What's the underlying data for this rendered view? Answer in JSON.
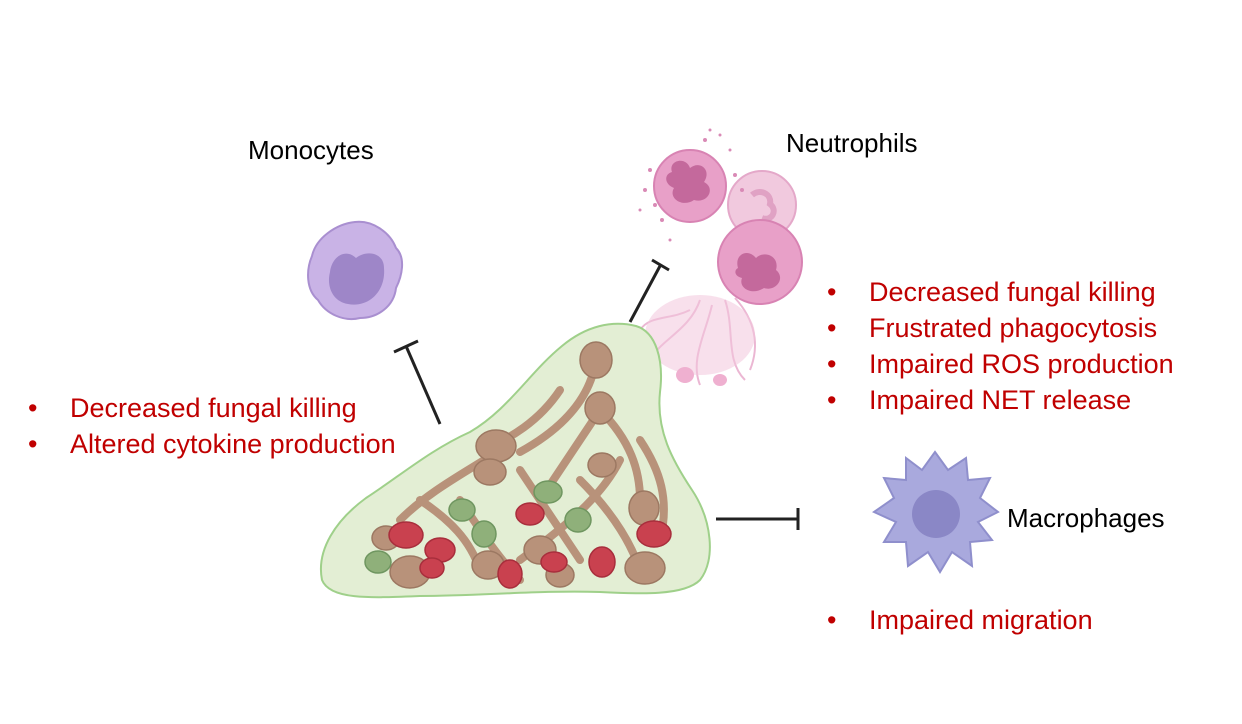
{
  "cells": {
    "monocytes": "Monocytes",
    "neutrophils": "Neutrophils",
    "macrophages": "Macrophages"
  },
  "monocyte_effects": [
    "Decreased fungal killing",
    "Altered cytokine production"
  ],
  "neutrophil_effects": [
    "Decreased fungal killing",
    "Frustrated phagocytosis",
    "Impaired ROS production",
    "Impaired NET release"
  ],
  "macrophage_effects": [
    "Impaired migration"
  ],
  "colors": {
    "effect_text": "#c00000",
    "biofilm_fill": "#e3eed4",
    "biofilm_outline": "#9fd08a",
    "monocyte": "#c9b3e6",
    "neutrophil": "#e8a0c8",
    "macrophage": "#a9a9dd",
    "hyphae": "#b8927a",
    "red_cell": "#c9414f",
    "green_cell": "#8fb07a"
  }
}
